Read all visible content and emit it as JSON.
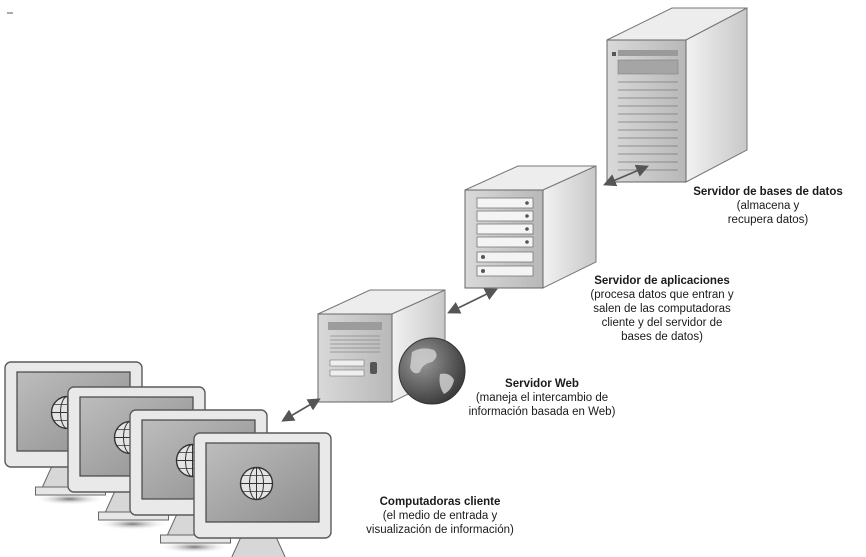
{
  "nodes": {
    "database": {
      "title": "Servidor de bases de datos",
      "desc": [
        "(almacena y",
        "recupera datos)"
      ]
    },
    "application": {
      "title": "Servidor de aplicaciones",
      "desc": [
        "(procesa datos que entran y",
        "salen de las computadoras",
        "cliente y del servidor de",
        "bases de datos)"
      ]
    },
    "web": {
      "title": "Servidor Web",
      "desc": [
        "(maneja el intercambio de",
        "información basada en Web)"
      ]
    },
    "clients": {
      "title": "Computadoras cliente",
      "desc": [
        "(el medio de entrada y",
        "visualización de información)"
      ]
    }
  },
  "icons": {
    "server": "server-tower-icon",
    "globe": "globe-icon",
    "monitor": "monitor-icon",
    "arrow": "double-arrow-icon"
  }
}
